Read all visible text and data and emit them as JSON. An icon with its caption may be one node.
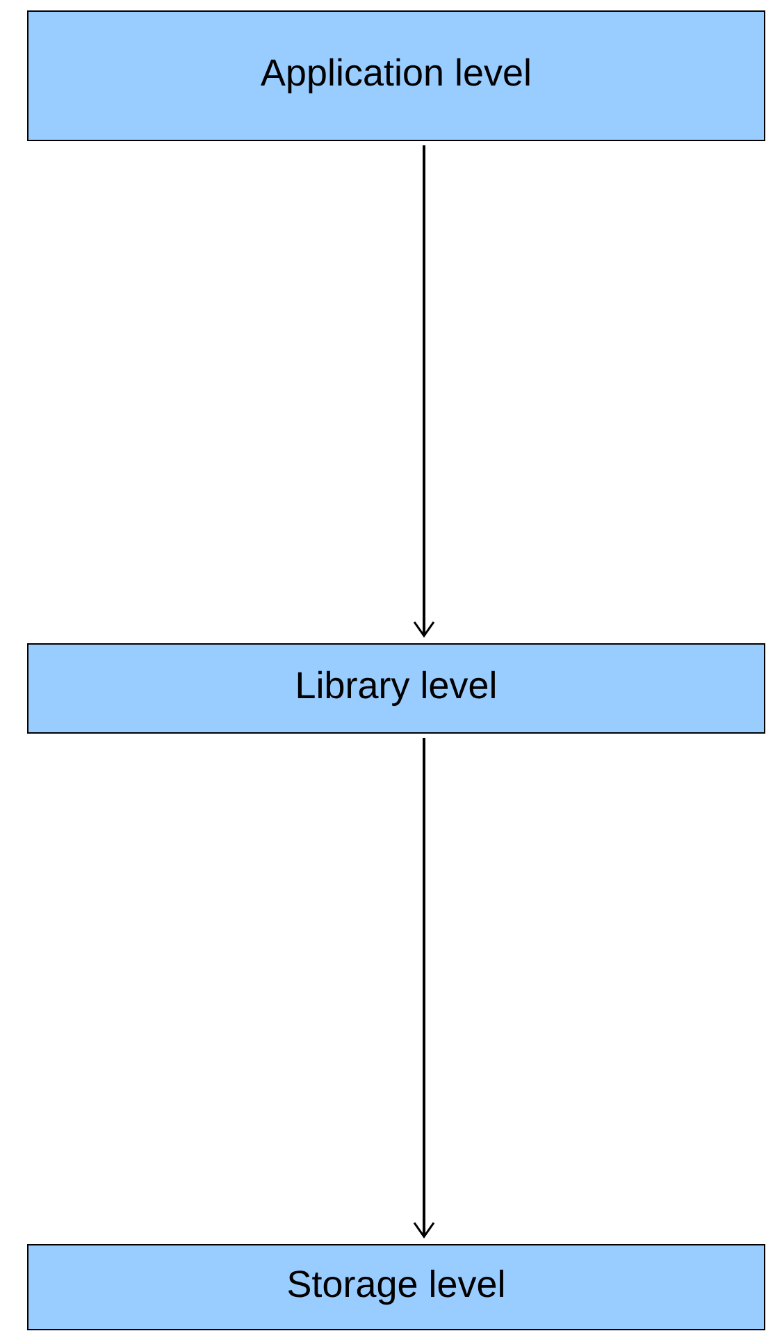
{
  "diagram": {
    "nodes": [
      {
        "text": [
          "Application level"
        ]
      },
      {
        "text": [
          "Library level"
        ]
      },
      {
        "text": [
          "Storage level"
        ]
      }
    ],
    "edges": [
      {
        "from": 0,
        "to": 1,
        "arrow": "to"
      },
      {
        "from": 1,
        "to": 2,
        "arrow": "to"
      }
    ]
  }
}
